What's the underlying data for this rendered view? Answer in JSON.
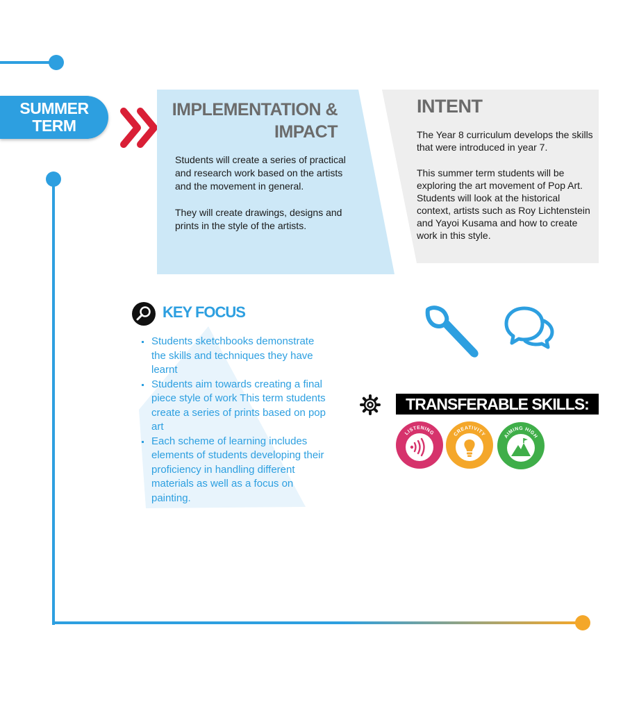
{
  "term": {
    "label_line1": "SUMMER",
    "label_line2": "TERM"
  },
  "implementation": {
    "title_line1": "IMPLEMENTATION &",
    "title_line2": "IMPACT",
    "paragraph1": "Students will create a series of practical and research work based on the artists and the movement in general.",
    "paragraph2": "They will create drawings, designs and prints in the style of the artists."
  },
  "intent": {
    "title": "INTENT",
    "paragraph1": "The Year 8 curriculum develops the skills that were introduced in year 7.",
    "paragraph2": "This summer term students will be exploring the art movement of Pop Art. Students will look at the historical context, artists such as Roy Lichtenstein and Yayoi Kusama and how to create work in this style."
  },
  "key_focus": {
    "title": "KEY FOCUS",
    "items": [
      "Students sketchbooks demonstrate the skills and techniques they have learnt",
      "Students aim towards creating a final piece style of work This term students create a series of prints based on pop art",
      "Each scheme of learning includes elements of students developing their proficiency in handling different materials as well as a focus on painting."
    ]
  },
  "transferable_skills": {
    "title": "TRANSFERABLE SKILLS:",
    "badges": [
      {
        "label": "LISTENING",
        "color": "#d6336c"
      },
      {
        "label": "CREATIVITY",
        "color": "#f4a72a"
      },
      {
        "label": "AIMING HIGH",
        "color": "#3fae49"
      }
    ]
  },
  "icons": [
    "paintbrush-icon",
    "speech-bubbles-icon",
    "gear-icon",
    "magnifier-icon",
    "double-chevron-icon"
  ],
  "colors": {
    "accent_blue": "#2d9fe0",
    "accent_orange": "#f4a72a",
    "chevron_red": "#d91f36",
    "panel_blue": "#cde8f7",
    "panel_grey": "#eeeeee"
  }
}
